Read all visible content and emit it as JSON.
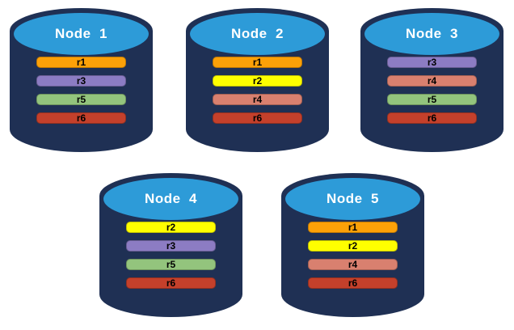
{
  "page": {
    "background": "#FFFFFF"
  },
  "cylinder": {
    "body_color": "#1F3054",
    "top_color": "#2D9BD8",
    "title_color": "#FFFFFF"
  },
  "colors": {
    "r1": "#FCA108",
    "r2": "#FFFF00",
    "r3": "#8C7CC3",
    "r4": "#D9806F",
    "r5": "#93C47D",
    "r6": "#C4402B"
  },
  "nodes": [
    {
      "label": "Node  1",
      "replicas": [
        "r1",
        "r3",
        "r5",
        "r6"
      ]
    },
    {
      "label": "Node  2",
      "replicas": [
        "r1",
        "r2",
        "r4",
        "r6"
      ]
    },
    {
      "label": "Node  3",
      "replicas": [
        "r3",
        "r4",
        "r5",
        "r6"
      ]
    },
    {
      "label": "Node  4",
      "replicas": [
        "r2",
        "r3",
        "r5",
        "r6"
      ]
    },
    {
      "label": "Node  5",
      "replicas": [
        "r1",
        "r2",
        "r4",
        "r6"
      ]
    }
  ]
}
